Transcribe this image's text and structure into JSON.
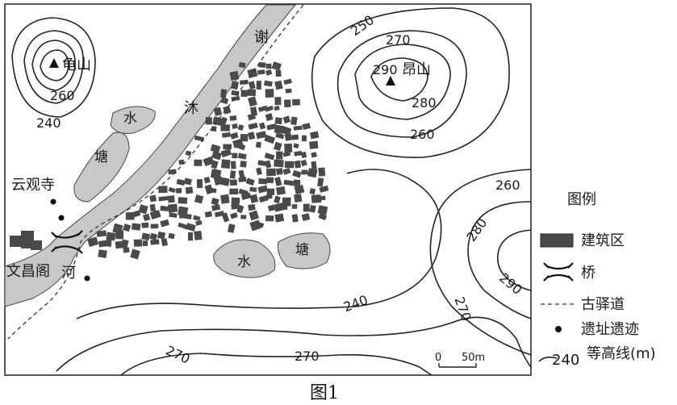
{
  "caption": "图1",
  "places": {
    "guishan": "龟山",
    "angshan": "昂山",
    "yunguansi": "云观寺",
    "wenchangge": "文昌阁"
  },
  "river_chars": [
    "谢",
    "沐",
    "河"
  ],
  "pond_north_chars": [
    "水",
    "塘"
  ],
  "pond_south_chars": [
    "水",
    "塘"
  ],
  "contour_labels": {
    "gui_260": "260",
    "gui_240": "240",
    "ang_250": "250",
    "ang_270": "270",
    "ang_290": "290",
    "ang_280": "280",
    "ang_260": "260",
    "east_260": "260",
    "east_280": "280",
    "east_290": "290",
    "east_270": "270",
    "south_240": "240",
    "south_270a": "270",
    "south_270b": "270"
  },
  "scale": {
    "zero": "0",
    "distance": "50m"
  },
  "legend": {
    "title": "图例",
    "items": [
      {
        "label": "建筑区",
        "icon": "building-area"
      },
      {
        "label": "桥",
        "icon": "bridge"
      },
      {
        "label": "古驿道",
        "icon": "dashed-line"
      },
      {
        "label": "遗址遗迹",
        "icon": "dot"
      },
      {
        "label": "等高线(m)",
        "value": "240",
        "icon": "contour-line"
      }
    ]
  },
  "colors": {
    "building": "#4a4a4a",
    "water": "#c8c8c8",
    "line": "#222222"
  }
}
